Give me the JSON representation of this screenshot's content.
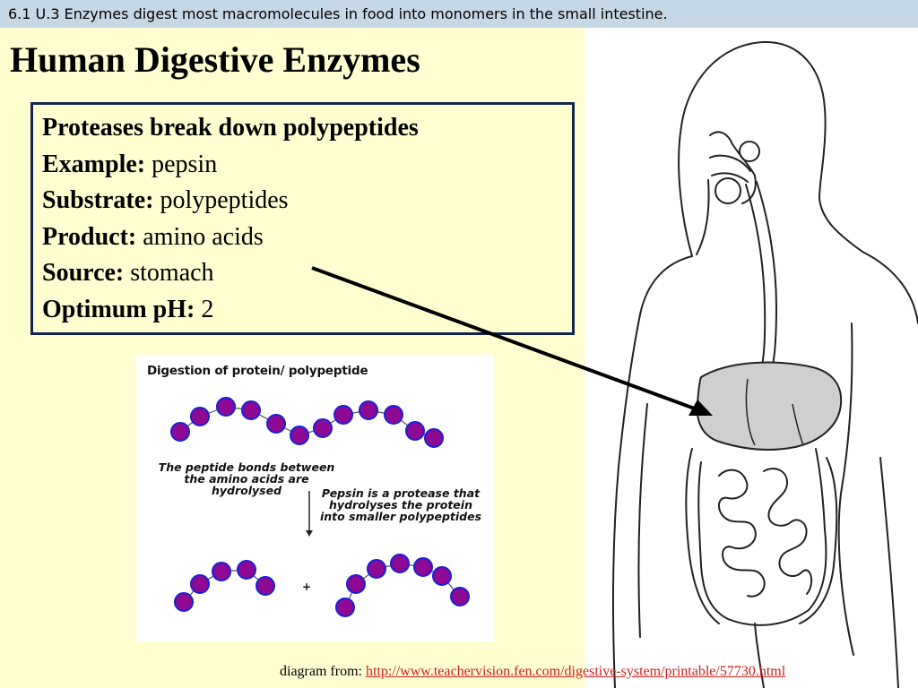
{
  "header": {
    "objective": "6.1 U.3 Enzymes digest most macromolecules in food into monomers in the small intestine."
  },
  "title": "Human Digestive Enzymes",
  "info": {
    "heading": "Proteases break down polypeptides",
    "example_label": "Example:",
    "example_value": "pepsin",
    "substrate_label": "Substrate:",
    "substrate_value": "polypeptides",
    "product_label": "Product:",
    "product_value": "amino acids",
    "source_label": "Source:",
    "source_value": "stomach",
    "ph_label": "Optimum pH:",
    "ph_value": "2"
  },
  "digestion_figure": {
    "title": "Digestion of protein/ polypeptide",
    "bonds_text": "The peptide bonds between the amino acids are hydrolysed",
    "pepsin_text": "Pepsin is a protease that hydrolyses the protein into smaller polypeptides",
    "plus": "+"
  },
  "citation": {
    "prefix": "diagram from:",
    "link": "http://www.teachervision.fen.com/digestive-system/printable/57730.html"
  },
  "colors": {
    "topbar": "#c6d8e6",
    "slide_background": "#fefed0",
    "box_border": "#13254f",
    "amino_acid_fill": "#8e0a92",
    "amino_acid_ring": "#1a1fd8",
    "link": "#cc1f1f",
    "stomach_fill": "#cfcfcf"
  }
}
